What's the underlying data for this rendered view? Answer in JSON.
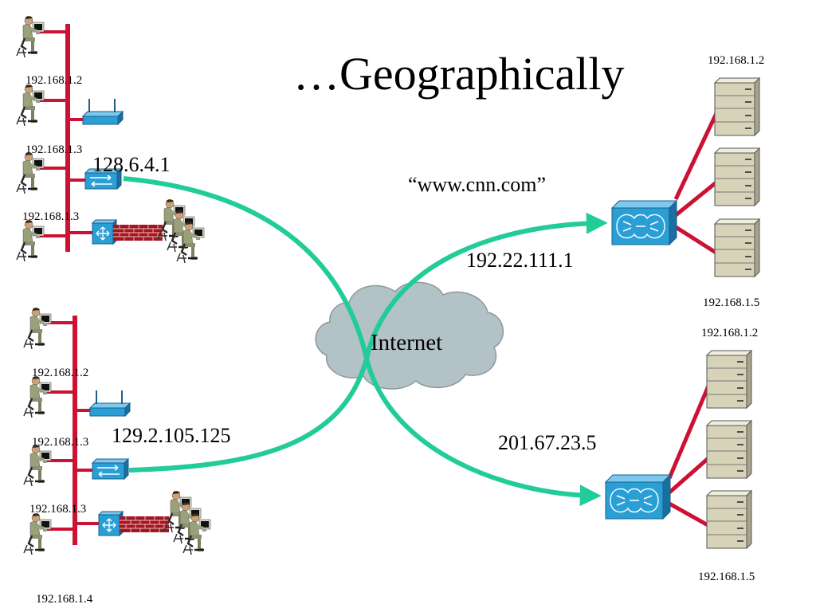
{
  "slide": {
    "title": "…Geographically",
    "cloud_label": "Internet",
    "domain_label": "“www.cnn.com”"
  },
  "networks": {
    "top_left": {
      "gateway_ip": "128.6.4.1",
      "host_ips": [
        "192.168.1.2",
        "192.168.1.3",
        "192.168.1.3"
      ]
    },
    "bottom_left": {
      "gateway_ip": "129.2.105.125",
      "host_ips": [
        "192.168.1.2",
        "192.168.1.3",
        "192.168.1.3",
        "192.168.1.4"
      ]
    },
    "top_right": {
      "gateway_ip": "192.22.111.1",
      "server_ips": [
        "192.168.1.2",
        "192.168.1.5"
      ]
    },
    "bottom_right": {
      "gateway_ip": "201.67.23.5",
      "server_ips": [
        "192.168.1.2",
        "192.168.1.5"
      ]
    }
  },
  "colors": {
    "bus": "#cc1133",
    "path": "#22cc99",
    "device": "#2a9fd6",
    "cloud": "#b3c2c6",
    "server": "#d6d3b8"
  },
  "icons": [
    "person-at-computer-icon",
    "wireless-access-point-icon",
    "switch-icon",
    "router-icon",
    "server-icon",
    "cloud-icon"
  ]
}
